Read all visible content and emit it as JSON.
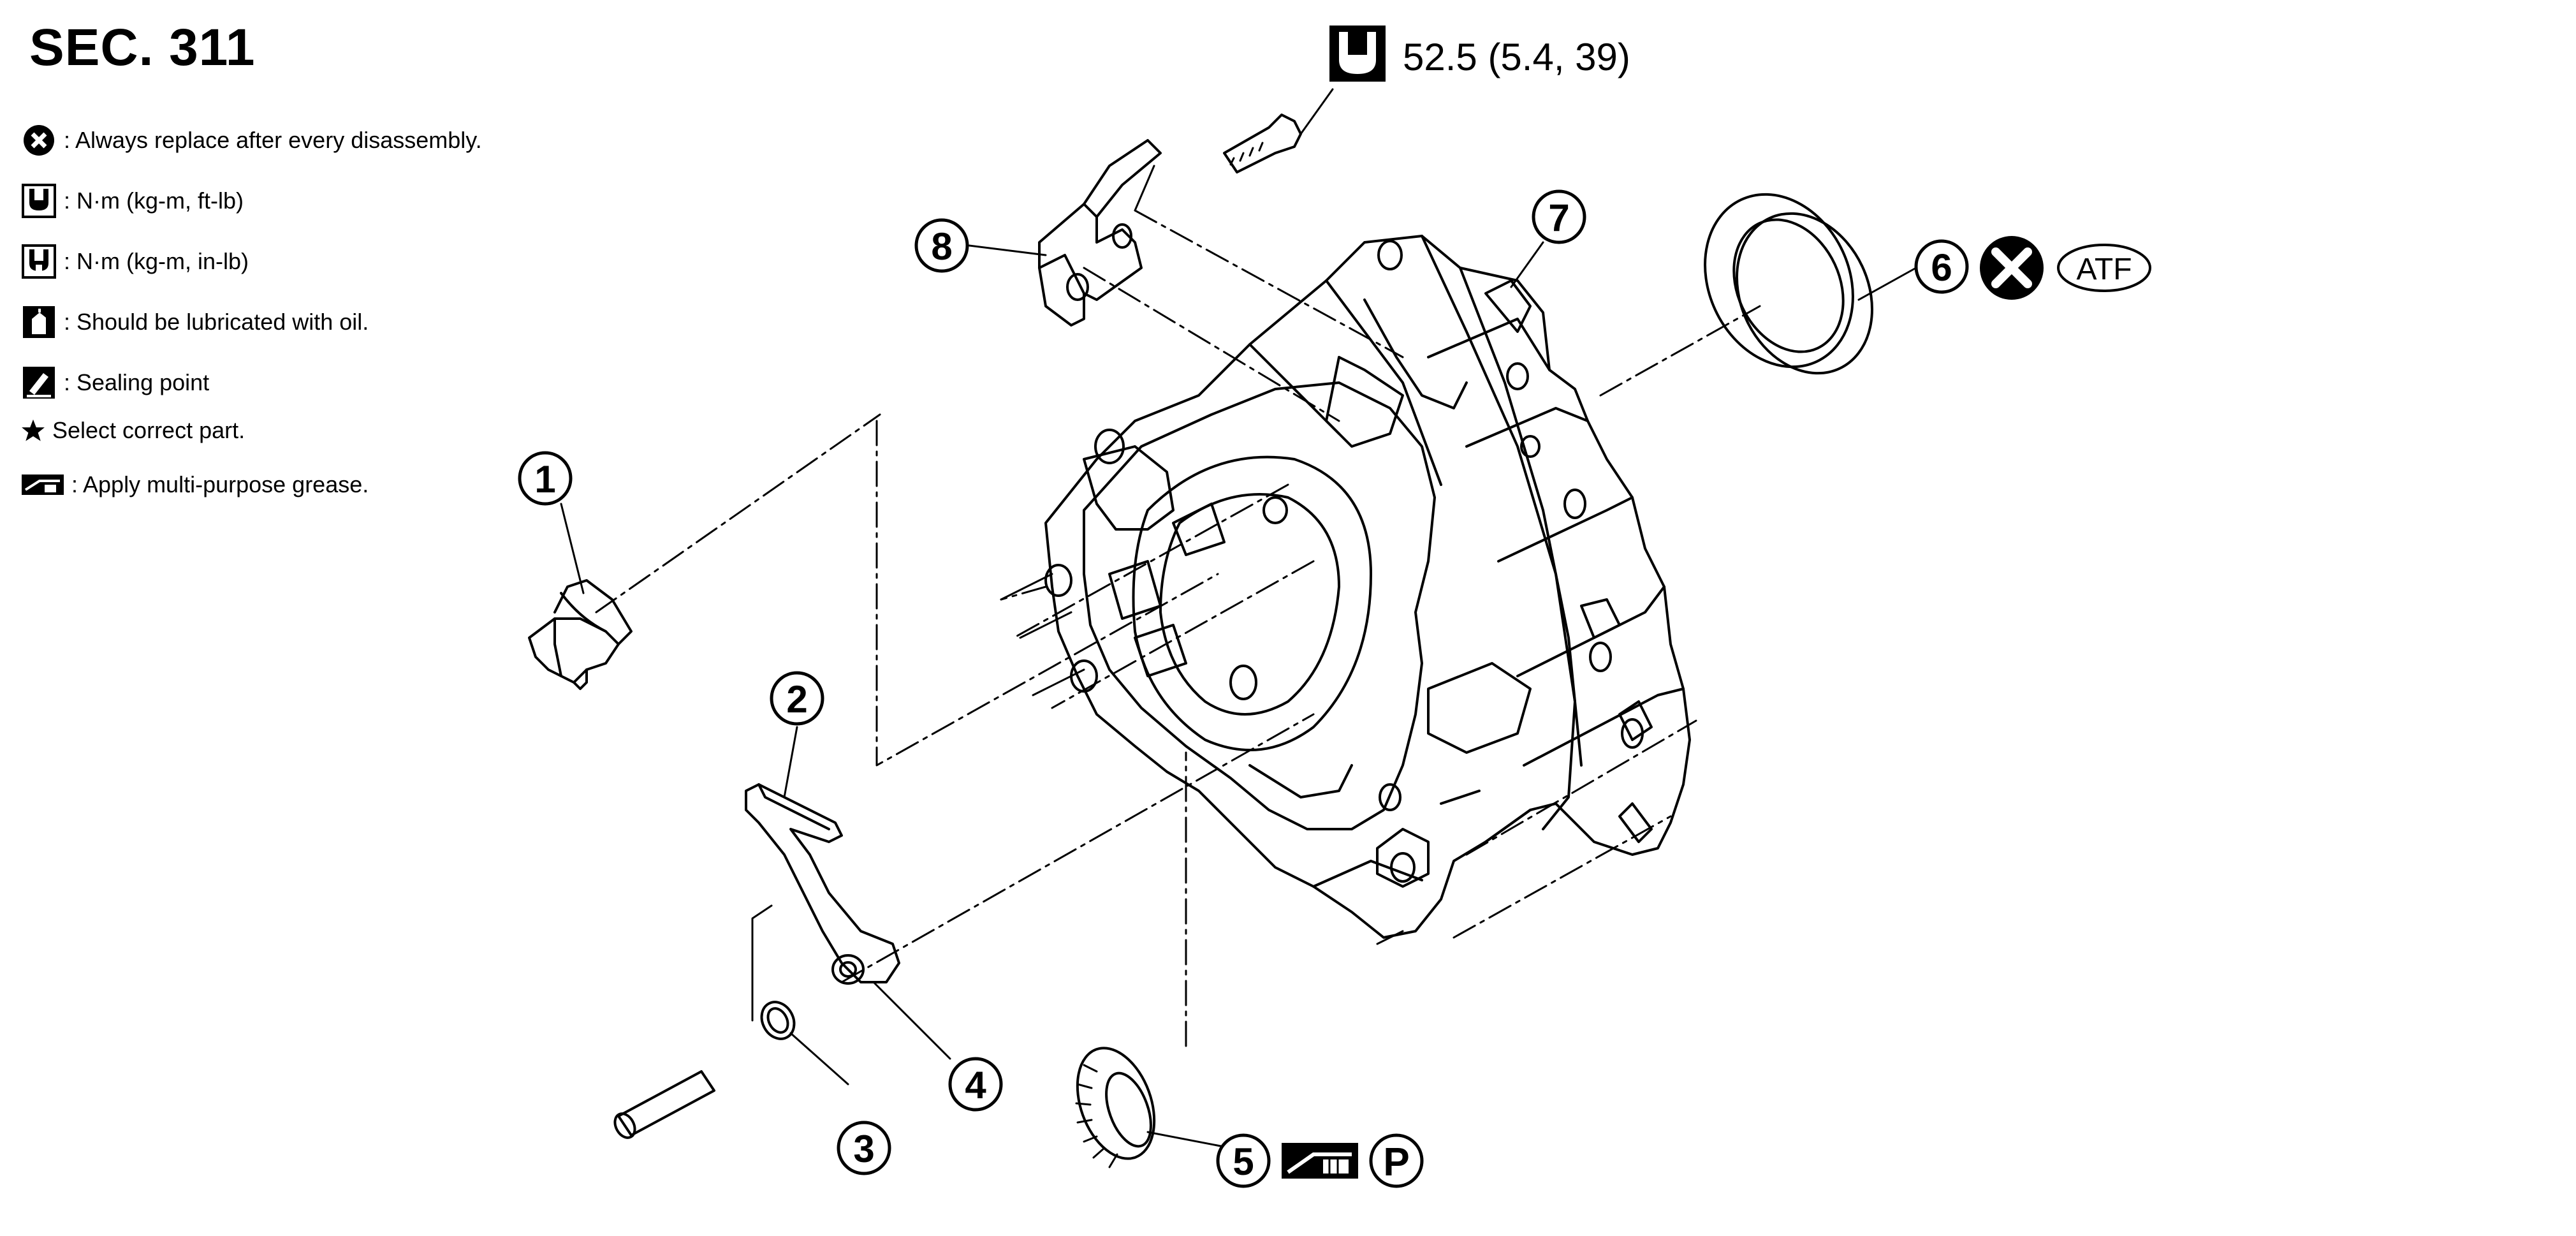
{
  "section_title": "SEC. 311",
  "legend": [
    {
      "icon": "replace-icon",
      "text": ": Always replace after every disassembly."
    },
    {
      "icon": "torque-ftlb-icon",
      "text": ": N·m (kg-m, ft-lb)"
    },
    {
      "icon": "torque-inlb-icon",
      "text": ": N·m (kg-m, in-lb)"
    },
    {
      "icon": "oil-can-icon",
      "text": ": Should be lubricated with oil."
    },
    {
      "icon": "sealing-point-icon",
      "text": ": Sealing point"
    },
    {
      "icon": "star-icon",
      "text": "Select correct part."
    },
    {
      "icon": "grease-icon",
      "text": ": Apply multi-purpose grease."
    }
  ],
  "torque_spec": "52.5 (5.4, 39)",
  "callouts": [
    "1",
    "2",
    "3",
    "4",
    "5",
    "6",
    "7",
    "8"
  ],
  "atf_label": "ATF",
  "p_label": "P",
  "colors": {
    "line": "#000000",
    "background": "#ffffff"
  }
}
